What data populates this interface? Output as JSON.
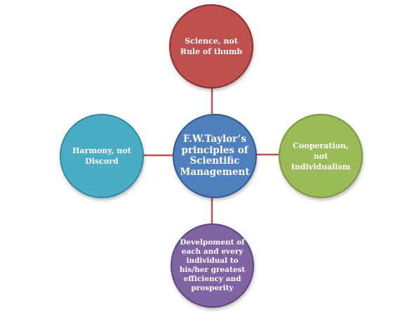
{
  "diagram": {
    "center": {
      "label": "F.W.Taylor’s\nprinciples of\nScientific\nManagement",
      "color": "#4f7fbd"
    },
    "nodes": {
      "top": {
        "label": "Science, not\nRule of thumb",
        "color": "#c0504d"
      },
      "right": {
        "label": "Cooperation,\nnot\nIndividualism",
        "color": "#9bbb59"
      },
      "bottom": {
        "label": "Develpoment of\neach and every\nindividual to\nhis/her greatest\nefficiency and\nprosperity",
        "color": "#8064a2"
      },
      "left": {
        "label": "Harmony, not\nDiscord",
        "color": "#4bacc6"
      }
    },
    "connector_color": "#c0504d"
  }
}
